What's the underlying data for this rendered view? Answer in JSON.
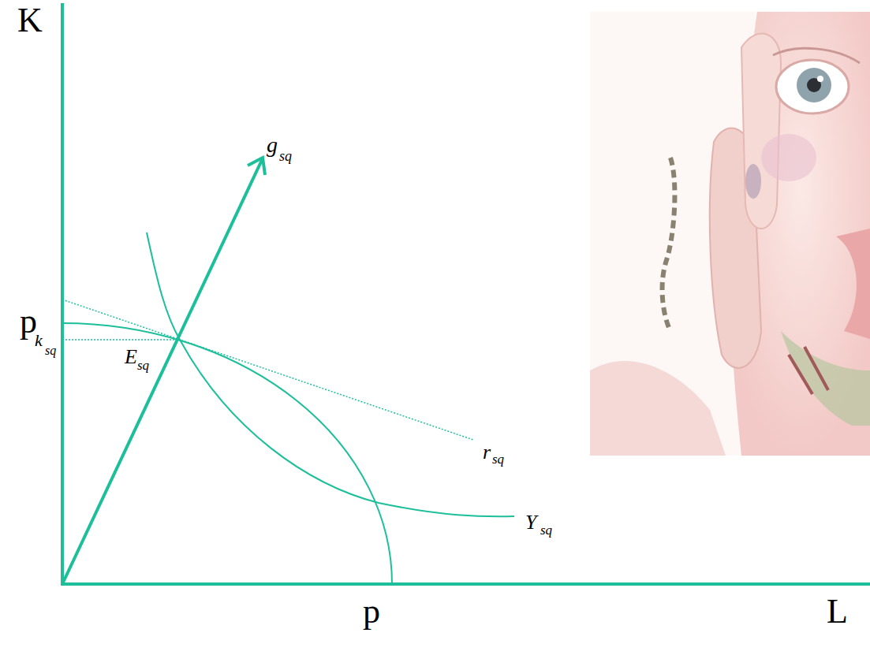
{
  "diagram": {
    "labels": [
      "K",
      "g",
      "sq",
      "p",
      "k",
      "sq",
      "E",
      "sq",
      "r",
      "sq",
      "Y",
      "sq",
      "p",
      "L"
    ]
  }
}
